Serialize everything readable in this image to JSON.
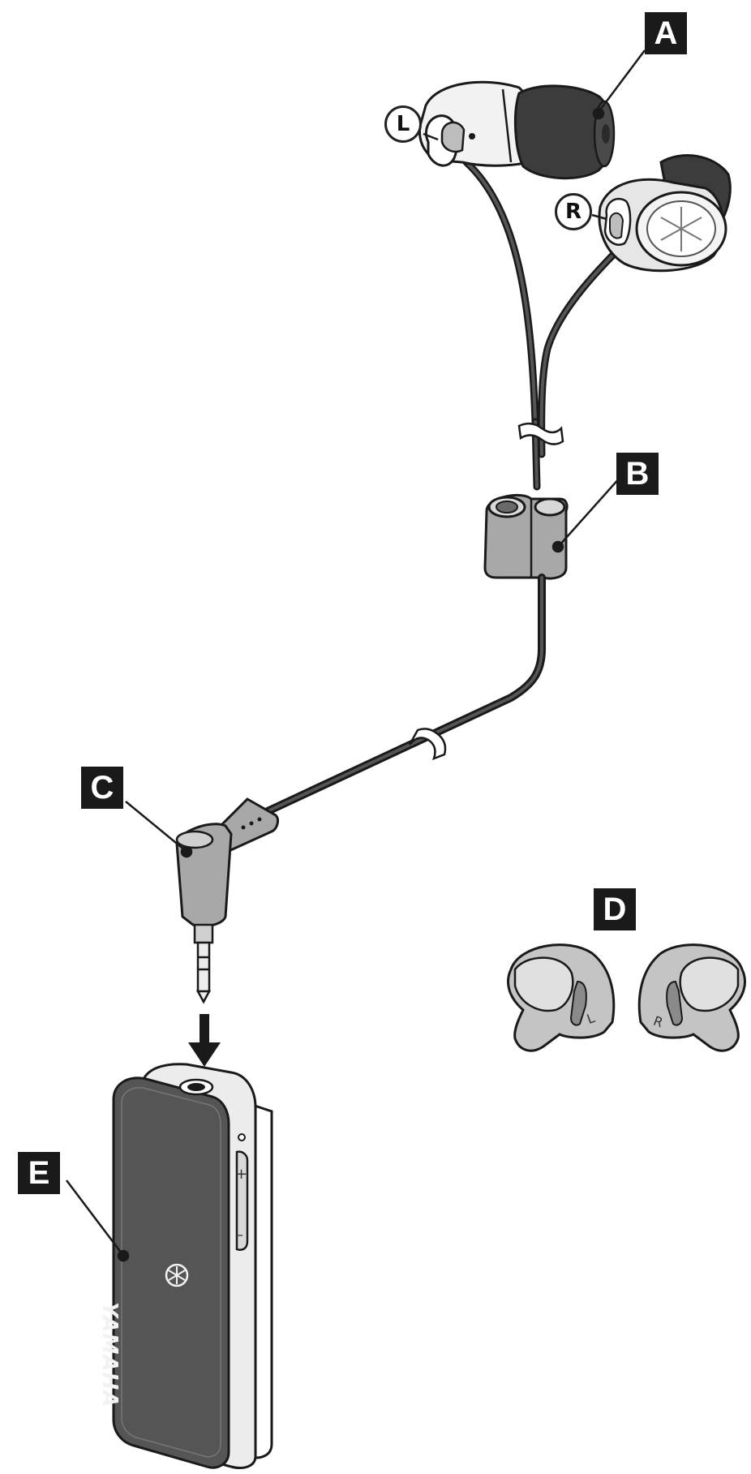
{
  "callouts": {
    "a": "A",
    "b": "B",
    "c": "C",
    "d": "D",
    "e": "E"
  },
  "ear_marks": {
    "left": "L",
    "right": "R"
  },
  "device": {
    "brand": "YAMAHA",
    "plus": "+",
    "minus": "–"
  },
  "fin_marks": {
    "left": "L",
    "right": "R"
  },
  "colors": {
    "line": "#1a1a1a",
    "body_dark": "#555555",
    "body_light": "#e6e6e6",
    "mid_grey": "#9a9a9a",
    "eartip": "#3c3c3c"
  }
}
